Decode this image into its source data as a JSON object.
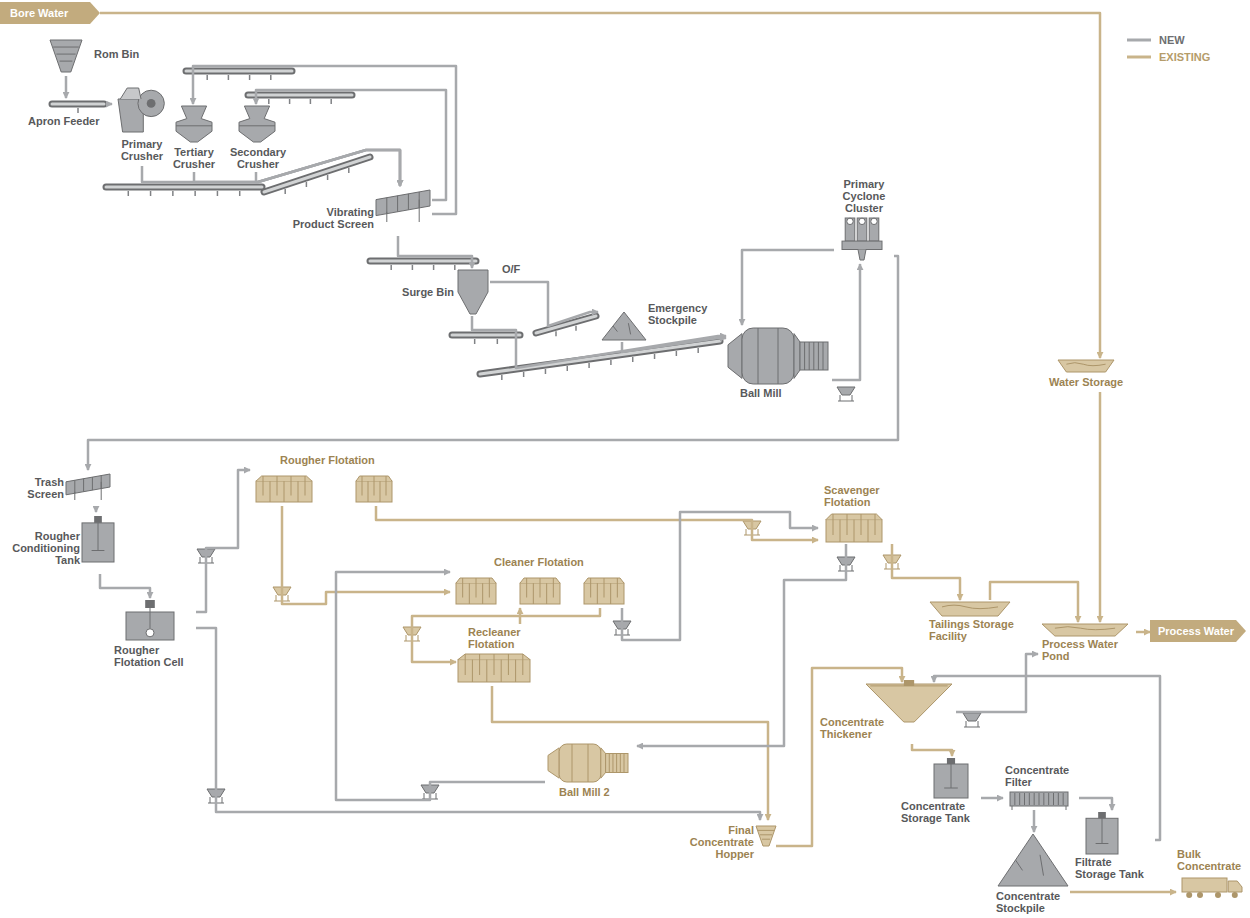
{
  "diagram": {
    "nodes": [
      {
        "text": [
          "Bore Water"
        ]
      },
      {
        "text": [
          "Rom Bin"
        ]
      },
      {
        "text": [
          "Apron Feeder"
        ]
      },
      {
        "text": [
          "Primary Crusher"
        ]
      },
      {
        "text": [
          "Tertiary Crusher"
        ]
      },
      {
        "text": [
          "Secondary Crusher"
        ]
      },
      {
        "text": [
          "Vibrating Product Screen"
        ]
      },
      {
        "text": [
          "Surge Bin"
        ]
      },
      {
        "text": [
          "Emergency Stockpile"
        ]
      },
      {
        "text": [
          "Ball Mill"
        ]
      },
      {
        "text": [
          "Primary Cyclone Cluster"
        ]
      },
      {
        "text": [
          "Water Storage"
        ]
      },
      {
        "text": [
          "Trash Screen"
        ]
      },
      {
        "text": [
          "Rougher Conditioning Tank"
        ]
      },
      {
        "text": [
          "Rougher Flotation Cell"
        ]
      },
      {
        "text": [
          "Rougher Flotation"
        ]
      },
      {
        "text": [
          "Scavenger Flotation"
        ]
      },
      {
        "text": [
          "Cleaner Flotation"
        ]
      },
      {
        "text": [
          "Recleaner Flotation"
        ]
      },
      {
        "text": [
          "Ball Mill 2"
        ]
      },
      {
        "text": [
          "Final Concentrate Hopper"
        ]
      },
      {
        "text": [
          "Tailings Storage Facility"
        ]
      },
      {
        "text": [
          "Process Water Pond"
        ]
      },
      {
        "text": [
          "Process Water"
        ]
      },
      {
        "text": [
          "Concentrate Thickener"
        ]
      },
      {
        "text": [
          "Concentrate Storage Tank"
        ]
      },
      {
        "text": [
          "Concentrate Filter"
        ]
      },
      {
        "text": [
          "Filtrate Storage Tank"
        ]
      },
      {
        "text": [
          "Concentrate Stockpile"
        ]
      },
      {
        "text": [
          "Bulk Concentrate"
        ]
      }
    ],
    "edges": [
      {
        "from": 1,
        "to": 2,
        "arrow": "to"
      },
      {
        "from": 2,
        "to": 3,
        "arrow": "to"
      },
      {
        "from": 3,
        "to": 6,
        "arrow": "to"
      },
      {
        "from": 6,
        "to": 5,
        "arrow": "to"
      },
      {
        "from": 6,
        "to": 4,
        "arrow": "to"
      },
      {
        "from": 4,
        "to": 6,
        "arrow": "to"
      },
      {
        "from": 5,
        "to": 6,
        "arrow": "to"
      },
      {
        "from": 6,
        "to": 7,
        "arrow": "to"
      },
      {
        "from": 7,
        "to": 8,
        "label": "O/F",
        "arrow": "to"
      },
      {
        "from": 7,
        "to": 9,
        "arrow": "to"
      },
      {
        "from": 8,
        "to": 9,
        "arrow": "to"
      },
      {
        "from": 9,
        "to": 10,
        "arrow": "to"
      },
      {
        "from": 10,
        "to": 9,
        "arrow": "to"
      },
      {
        "from": 10,
        "to": 12,
        "arrow": "to"
      },
      {
        "from": 12,
        "to": 13,
        "arrow": "to"
      },
      {
        "from": 13,
        "to": 14,
        "arrow": "to"
      },
      {
        "from": 14,
        "to": 15,
        "arrow": "to"
      },
      {
        "from": 14,
        "to": 20,
        "arrow": "to"
      },
      {
        "from": 15,
        "to": 16,
        "arrow": "to"
      },
      {
        "from": 15,
        "to": 17,
        "arrow": "to"
      },
      {
        "from": 17,
        "to": 18,
        "arrow": "to"
      },
      {
        "from": 17,
        "to": 16,
        "arrow": "to"
      },
      {
        "from": 18,
        "to": 17,
        "arrow": "to"
      },
      {
        "from": 18,
        "to": 20,
        "arrow": "to"
      },
      {
        "from": 16,
        "to": 21,
        "arrow": "to"
      },
      {
        "from": 16,
        "to": 19,
        "arrow": "to"
      },
      {
        "from": 19,
        "to": 17,
        "arrow": "to"
      },
      {
        "from": 21,
        "to": 22,
        "arrow": "to"
      },
      {
        "from": 0,
        "to": 11,
        "arrow": "to"
      },
      {
        "from": 11,
        "to": 22,
        "arrow": "to"
      },
      {
        "from": 22,
        "to": 23,
        "arrow": "to"
      },
      {
        "from": 20,
        "to": 24,
        "arrow": "to"
      },
      {
        "from": 24,
        "to": 25,
        "arrow": "to"
      },
      {
        "from": 24,
        "to": 22,
        "arrow": "to"
      },
      {
        "from": 27,
        "to": 24,
        "arrow": "to"
      },
      {
        "from": 25,
        "to": 26,
        "arrow": "to"
      },
      {
        "from": 26,
        "to": 27,
        "arrow": "to"
      },
      {
        "from": 26,
        "to": 28,
        "arrow": "to"
      },
      {
        "from": 28,
        "to": 29,
        "arrow": "to"
      }
    ],
    "legend": [
      {
        "text": "NEW"
      },
      {
        "text": "EXISTING"
      }
    ]
  }
}
